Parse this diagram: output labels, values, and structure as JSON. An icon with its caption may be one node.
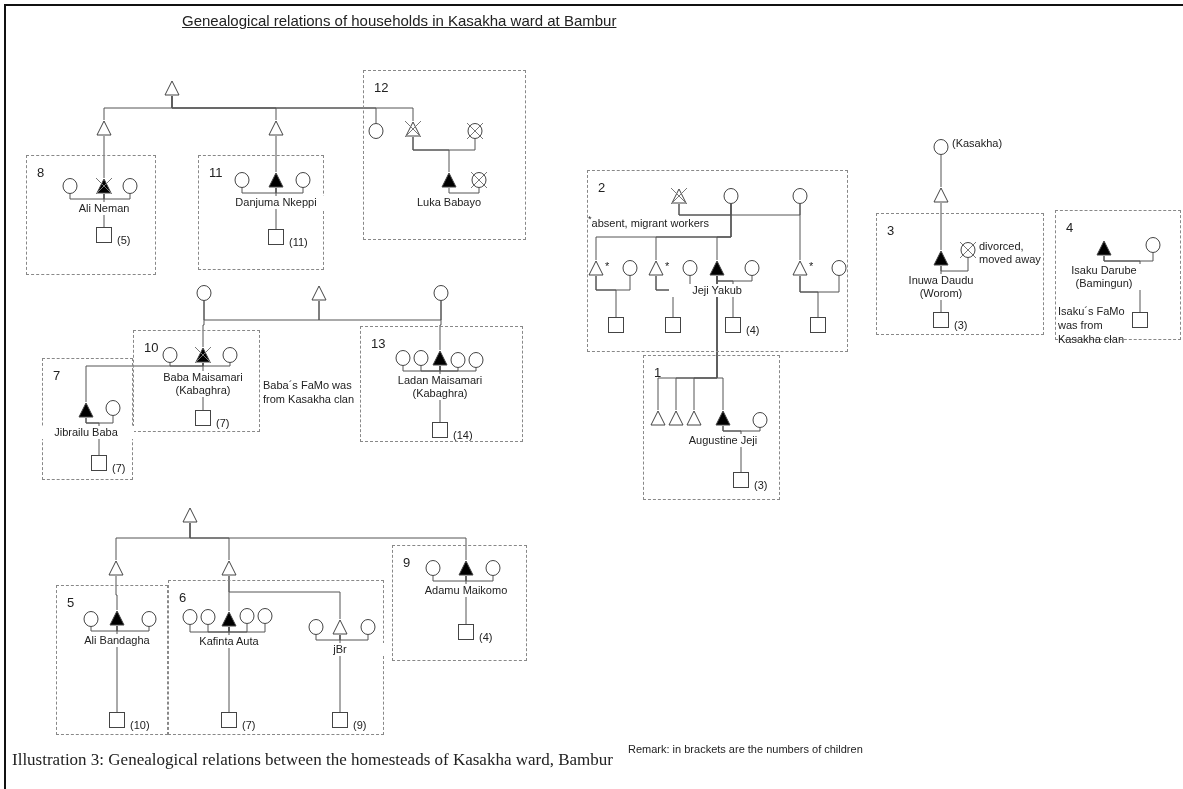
{
  "diagram": {
    "title": "Genealogical relations of households in Kasakha ward at Bambur",
    "caption": "Illustration 3: Genealogical relations between the homesteads of Kasakha ward, Bambur",
    "nodes": [
      {
        "text": [
          "8"
        ]
      },
      {
        "text": [
          "11"
        ]
      },
      {
        "text": [
          "12"
        ]
      },
      {
        "text": [
          "10"
        ]
      },
      {
        "text": [
          "7"
        ]
      },
      {
        "text": [
          "13"
        ]
      },
      {
        "text": [
          "5"
        ]
      },
      {
        "text": [
          "6"
        ]
      },
      {
        "text": [
          "9"
        ]
      },
      {
        "text": [
          "2"
        ]
      },
      {
        "text": [
          "1"
        ]
      },
      {
        "text": [
          "3"
        ]
      },
      {
        "text": [
          "4"
        ]
      },
      {
        "text": [],
        "shape": "triangle"
      },
      {
        "text": [],
        "shape": "triangle"
      },
      {
        "text": [],
        "shape": "triangle"
      },
      {
        "text": [],
        "shape": "circle",
        "in": 2
      },
      {
        "text": [],
        "shape": "triangle",
        "in": 2
      },
      {
        "text": [],
        "shape": "circle",
        "in": 2
      },
      {
        "text": [],
        "shape": "circle",
        "in": 0
      },
      {
        "text": [],
        "shape": "triangle",
        "in": 0,
        "beside": [
          "Ali Neman"
        ]
      },
      {
        "text": [],
        "shape": "circle",
        "in": 0
      },
      {
        "text": [],
        "shape": "box",
        "in": 0,
        "beside": [
          "(5)"
        ]
      },
      {
        "text": [],
        "shape": "circle",
        "in": 1
      },
      {
        "text": [],
        "shape": "triangle",
        "in": 1,
        "beside": [
          "Danjuma Nkeppi"
        ]
      },
      {
        "text": [],
        "shape": "circle",
        "in": 1
      },
      {
        "text": [],
        "shape": "box",
        "in": 1,
        "beside": [
          "(11)"
        ]
      },
      {
        "text": [],
        "shape": "triangle",
        "in": 2,
        "beside": [
          "Luka Babayo"
        ]
      },
      {
        "text": [],
        "shape": "circle",
        "in": 2
      },
      {
        "text": [],
        "shape": "circle"
      },
      {
        "text": [],
        "shape": "triangle"
      },
      {
        "text": [],
        "shape": "circle"
      },
      {
        "text": [],
        "shape": "circle",
        "in": 3
      },
      {
        "text": [],
        "shape": "triangle",
        "in": 3,
        "beside": [
          "Baba Maisamari (Kabaghra)"
        ]
      },
      {
        "text": [],
        "shape": "circle",
        "in": 3
      },
      {
        "text": [],
        "shape": "box",
        "in": 3,
        "beside": [
          "(7)"
        ]
      },
      {
        "text": [],
        "shape": "triangle",
        "in": 4,
        "beside": [
          "Jibrailu Baba"
        ]
      },
      {
        "text": [],
        "shape": "circle",
        "in": 4
      },
      {
        "text": [],
        "shape": "box",
        "in": 4,
        "beside": [
          "(7)"
        ]
      },
      {
        "text": [],
        "shape": "circle",
        "in": 5
      },
      {
        "text": [],
        "shape": "circle",
        "in": 5
      },
      {
        "text": [],
        "shape": "triangle",
        "in": 5,
        "beside": [
          "Ladan Maisamari (Kabaghra)"
        ]
      },
      {
        "text": [],
        "shape": "circle",
        "in": 5
      },
      {
        "text": [],
        "shape": "circle",
        "in": 5
      },
      {
        "text": [],
        "shape": "box",
        "in": 5,
        "beside": [
          "(14)"
        ]
      },
      {
        "text": [],
        "shape": "triangle"
      },
      {
        "text": [],
        "shape": "triangle"
      },
      {
        "text": [],
        "shape": "triangle"
      },
      {
        "text": [],
        "shape": "circle",
        "in": 6
      },
      {
        "text": [],
        "shape": "triangle",
        "in": 6,
        "beside": [
          "Ali Bandagha"
        ]
      },
      {
        "text": [],
        "shape": "circle",
        "in": 6
      },
      {
        "text": [],
        "shape": "box",
        "in": 6,
        "beside": [
          "(10)"
        ]
      },
      {
        "text": [],
        "shape": "circle",
        "in": 7
      },
      {
        "text": [],
        "shape": "circle",
        "in": 7
      },
      {
        "text": [],
        "shape": "triangle",
        "in": 7,
        "beside": [
          "Kafinta Auta"
        ]
      },
      {
        "text": [],
        "shape": "circle",
        "in": 7
      },
      {
        "text": [],
        "shape": "circle",
        "in": 7
      },
      {
        "text": [],
        "shape": "box",
        "in": 7,
        "beside": [
          "(7)"
        ]
      },
      {
        "text": [],
        "shape": "circle",
        "in": 7
      },
      {
        "text": [],
        "shape": "triangle",
        "in": 7,
        "beside": [
          "jBr"
        ]
      },
      {
        "text": [],
        "shape": "circle",
        "in": 7
      },
      {
        "text": [],
        "shape": "box",
        "in": 7,
        "beside": [
          "(9)"
        ]
      },
      {
        "text": [],
        "shape": "circle",
        "in": 8
      },
      {
        "text": [],
        "shape": "triangle",
        "in": 8,
        "beside": [
          "Adamu Maikomo"
        ]
      },
      {
        "text": [],
        "shape": "circle",
        "in": 8
      },
      {
        "text": [],
        "shape": "box",
        "in": 8,
        "beside": [
          "(4)"
        ]
      },
      {
        "text": [],
        "shape": "triangle",
        "in": 9
      },
      {
        "text": [],
        "shape": "circle",
        "in": 9
      },
      {
        "text": [],
        "shape": "circle",
        "in": 9
      },
      {
        "text": [],
        "shape": "triangle",
        "in": 9,
        "beside": [
          "*"
        ]
      },
      {
        "text": [],
        "shape": "circle",
        "in": 9
      },
      {
        "text": [],
        "shape": "triangle",
        "in": 9,
        "beside": [
          "*"
        ]
      },
      {
        "text": [],
        "shape": "circle",
        "in": 9
      },
      {
        "text": [],
        "shape": "triangle",
        "in": 9,
        "beside": [
          "Jeji Yakub"
        ]
      },
      {
        "text": [],
        "shape": "circle",
        "in": 9
      },
      {
        "text": [],
        "shape": "triangle",
        "in": 9,
        "beside": [
          "*"
        ]
      },
      {
        "text": [],
        "shape": "circle",
        "in": 9
      },
      {
        "text": [],
        "shape": "box",
        "in": 9
      },
      {
        "text": [],
        "shape": "box",
        "in": 9
      },
      {
        "text": [],
        "shape": "box",
        "in": 9,
        "beside": [
          "(4)"
        ]
      },
      {
        "text": [],
        "shape": "box",
        "in": 9
      },
      {
        "text": [],
        "shape": "triangle",
        "in": 10
      },
      {
        "text": [],
        "shape": "triangle",
        "in": 10
      },
      {
        "text": [],
        "shape": "triangle",
        "in": 10
      },
      {
        "text": [],
        "shape": "triangle",
        "in": 10,
        "beside": [
          "Augustine Jeji"
        ]
      },
      {
        "text": [],
        "shape": "circle",
        "in": 10
      },
      {
        "text": [],
        "shape": "box",
        "in": 10,
        "beside": [
          "(3)"
        ]
      },
      {
        "text": [],
        "shape": "circle",
        "beside": [
          "(Kasakha)"
        ]
      },
      {
        "text": [],
        "shape": "triangle"
      },
      {
        "text": [],
        "shape": "triangle",
        "in": 11,
        "beside": [
          "Inuwa Daudu (Worom)"
        ]
      },
      {
        "text": [],
        "shape": "circle",
        "in": 11,
        "beside": [
          "divorced, moved away"
        ]
      },
      {
        "text": [],
        "shape": "box",
        "in": 11,
        "beside": [
          "(3)"
        ]
      },
      {
        "text": [],
        "shape": "triangle",
        "in": 12,
        "beside": [
          "Isaku Darube (Bamingun)"
        ]
      },
      {
        "text": [],
        "shape": "circle",
        "in": 12
      },
      {
        "text": [],
        "shape": "box",
        "in": 12
      }
    ],
    "edges": [
      {
        "from": 13,
        "to": 14,
        "arrow": "none"
      },
      {
        "from": 13,
        "to": 15,
        "arrow": "none"
      },
      {
        "from": 13,
        "to": 16,
        "arrow": "none"
      },
      {
        "from": 13,
        "to": 17,
        "arrow": "none"
      },
      {
        "from": 14,
        "to": 20,
        "arrow": "none"
      },
      {
        "from": 20,
        "to": 19,
        "arrow": "none"
      },
      {
        "from": 20,
        "to": 21,
        "arrow": "none"
      },
      {
        "from": 20,
        "to": 22,
        "arrow": "none"
      },
      {
        "from": 15,
        "to": 24,
        "arrow": "none"
      },
      {
        "from": 24,
        "to": 23,
        "arrow": "none"
      },
      {
        "from": 24,
        "to": 25,
        "arrow": "none"
      },
      {
        "from": 24,
        "to": 26,
        "arrow": "none"
      },
      {
        "from": 17,
        "to": 18,
        "arrow": "none"
      },
      {
        "from": 17,
        "to": 27,
        "arrow": "none"
      },
      {
        "from": 27,
        "to": 28,
        "arrow": "none"
      },
      {
        "from": 30,
        "to": 29,
        "arrow": "none"
      },
      {
        "from": 30,
        "to": 31,
        "arrow": "none"
      },
      {
        "from": 29,
        "to": 33,
        "arrow": "none"
      },
      {
        "from": 31,
        "to": 41,
        "arrow": "none"
      },
      {
        "from": 33,
        "to": 32,
        "arrow": "none"
      },
      {
        "from": 33,
        "to": 34,
        "arrow": "none"
      },
      {
        "from": 33,
        "to": 35,
        "arrow": "none"
      },
      {
        "from": 33,
        "to": 36,
        "arrow": "none"
      },
      {
        "from": 36,
        "to": 37,
        "arrow": "none"
      },
      {
        "from": 36,
        "to": 38,
        "arrow": "none"
      },
      {
        "from": 41,
        "to": 39,
        "arrow": "none"
      },
      {
        "from": 41,
        "to": 40,
        "arrow": "none"
      },
      {
        "from": 41,
        "to": 42,
        "arrow": "none"
      },
      {
        "from": 41,
        "to": 43,
        "arrow": "none"
      },
      {
        "from": 41,
        "to": 44,
        "arrow": "none"
      },
      {
        "from": 45,
        "to": 46,
        "arrow": "none"
      },
      {
        "from": 45,
        "to": 47,
        "arrow": "none"
      },
      {
        "from": 45,
        "to": 63,
        "arrow": "none"
      },
      {
        "from": 46,
        "to": 49,
        "arrow": "none"
      },
      {
        "from": 49,
        "to": 48,
        "arrow": "none"
      },
      {
        "from": 49,
        "to": 50,
        "arrow": "none"
      },
      {
        "from": 49,
        "to": 51,
        "arrow": "none"
      },
      {
        "from": 47,
        "to": 54,
        "arrow": "none"
      },
      {
        "from": 54,
        "to": 52,
        "arrow": "none"
      },
      {
        "from": 54,
        "to": 53,
        "arrow": "none"
      },
      {
        "from": 54,
        "to": 55,
        "arrow": "none"
      },
      {
        "from": 54,
        "to": 56,
        "arrow": "none"
      },
      {
        "from": 54,
        "to": 57,
        "arrow": "none"
      },
      {
        "from": 47,
        "to": 59,
        "arrow": "none"
      },
      {
        "from": 59,
        "to": 58,
        "arrow": "none"
      },
      {
        "from": 59,
        "to": 60,
        "arrow": "none"
      },
      {
        "from": 59,
        "to": 61,
        "arrow": "none"
      },
      {
        "from": 63,
        "to": 62,
        "arrow": "none"
      },
      {
        "from": 63,
        "to": 64,
        "arrow": "none"
      },
      {
        "from": 63,
        "to": 65,
        "arrow": "none"
      },
      {
        "from": 66,
        "to": 67,
        "arrow": "none"
      },
      {
        "from": 66,
        "to": 68,
        "arrow": "none"
      },
      {
        "from": 67,
        "to": 69,
        "arrow": "none"
      },
      {
        "from": 67,
        "to": 71,
        "arrow": "none"
      },
      {
        "from": 67,
        "to": 73,
        "arrow": "none"
      },
      {
        "from": 68,
        "to": 75,
        "arrow": "none"
      },
      {
        "from": 69,
        "to": 70,
        "arrow": "none"
      },
      {
        "from": 71,
        "to": 72,
        "arrow": "none"
      },
      {
        "from": 73,
        "to": 74,
        "arrow": "none"
      },
      {
        "from": 75,
        "to": 76,
        "arrow": "none"
      },
      {
        "from": 69,
        "to": 77,
        "arrow": "none"
      },
      {
        "from": 71,
        "to": 78,
        "arrow": "none"
      },
      {
        "from": 73,
        "to": 79,
        "arrow": "none"
      },
      {
        "from": 75,
        "to": 80,
        "arrow": "none"
      },
      {
        "from": 73,
        "to": 84,
        "arrow": "none"
      },
      {
        "from": 73,
        "to": 81,
        "arrow": "none"
      },
      {
        "from": 73,
        "to": 82,
        "arrow": "none"
      },
      {
        "from": 73,
        "to": 83,
        "arrow": "none"
      },
      {
        "from": 84,
        "to": 85,
        "arrow": "none"
      },
      {
        "from": 84,
        "to": 86,
        "arrow": "none"
      },
      {
        "from": 87,
        "to": 88,
        "arrow": "none"
      },
      {
        "from": 88,
        "to": 89,
        "arrow": "none"
      },
      {
        "from": 89,
        "to": 90,
        "arrow": "none"
      },
      {
        "from": 89,
        "to": 91,
        "arrow": "none"
      },
      {
        "from": 92,
        "to": 93,
        "arrow": "none"
      },
      {
        "from": 92,
        "to": 94,
        "arrow": "none"
      }
    ],
    "labels": [
      "$^{*}$absent, migrant workers",
      "Baba´s FaMo was from Kasakha clan",
      "Isaku´s FaMo was from Kasakha clan",
      "Remark: in brackets are the numbers of children"
    ]
  }
}
